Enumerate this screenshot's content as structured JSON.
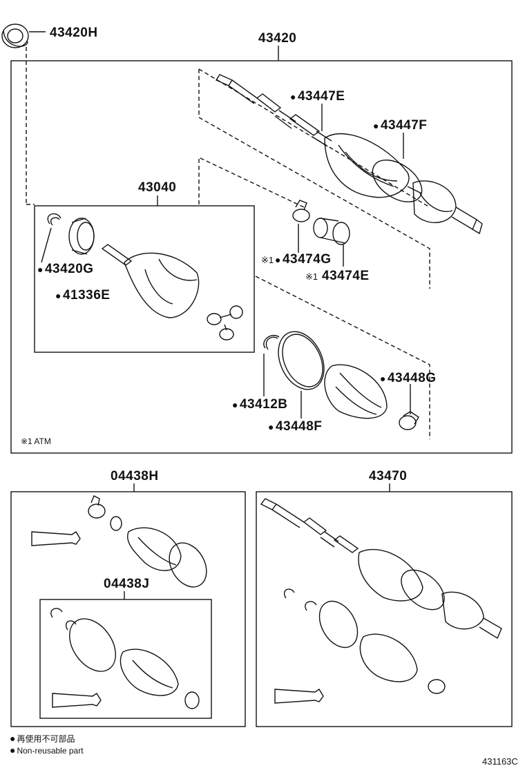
{
  "parts": {
    "p43420H": "43420H",
    "p43420": "43420",
    "p43447E": "43447E",
    "p43447F": "43447F",
    "p43040": "43040",
    "p43474G": "43474G",
    "p43474E": "43474E",
    "p43420G": "43420G",
    "p41336E": "41336E",
    "p43448G": "43448G",
    "p43412B": "43412B",
    "p43448F": "43448F",
    "p04438H": "04438H",
    "p04438J": "04438J",
    "p43470": "43470"
  },
  "marks": {
    "atm_prefix": "※1",
    "atm_note": "※1 ATM"
  },
  "legend": {
    "line1": "再使用不可部品",
    "line2": "Non-reusable part"
  },
  "reference": "431163C"
}
